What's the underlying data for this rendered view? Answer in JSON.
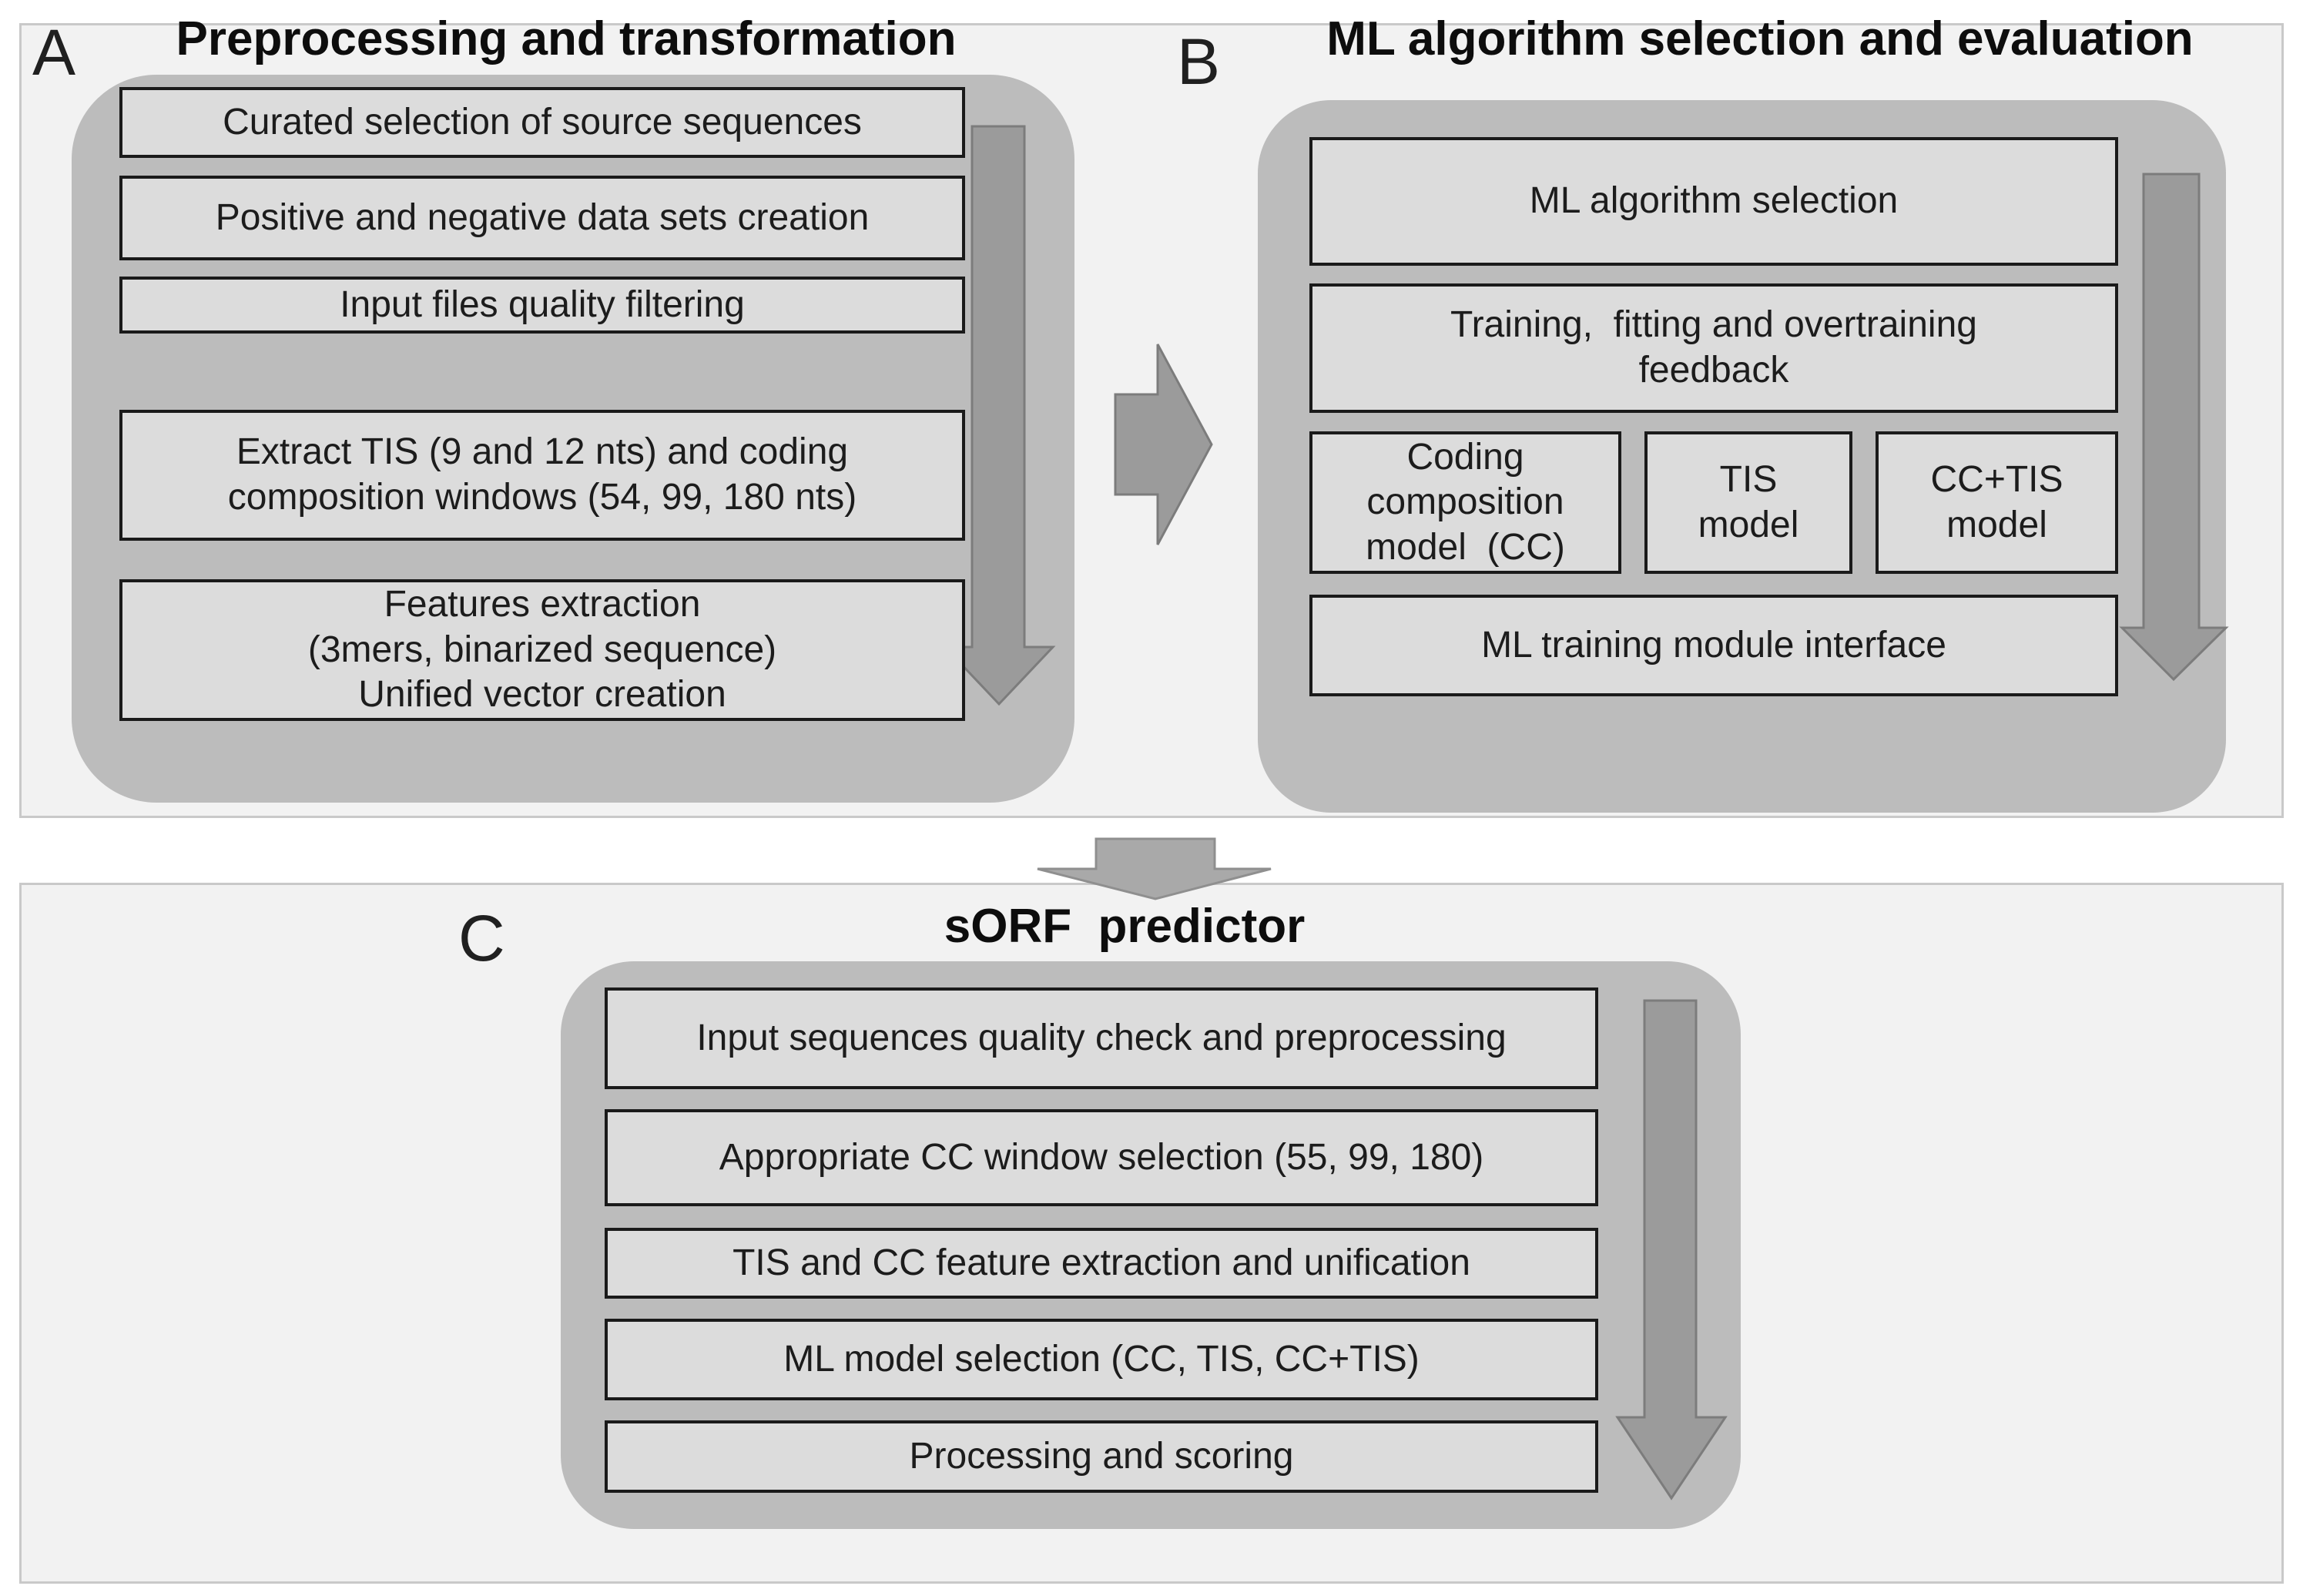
{
  "figure": {
    "panel_a": {
      "label": "A",
      "title": "Preprocessing and transformation",
      "steps": [
        "Curated selection of source sequences",
        "Positive and negative data sets creation",
        "Input files quality filtering",
        "Extract TIS (9 and 12 nts) and coding\ncomposition windows (54, 99, 180 nts)",
        "Features extraction\n(3mers, binarized sequence)\nUnified vector creation"
      ]
    },
    "panel_b": {
      "label": "B",
      "title": "ML algorithm selection and evaluation",
      "step_algorithm": "ML algorithm selection",
      "step_training": "Training,  fitting and overtraining\nfeedback",
      "models": [
        "Coding\ncomposition\nmodel  (CC)",
        "TIS\nmodel",
        "CC+TIS\nmodel"
      ],
      "step_interface": "ML training module interface"
    },
    "panel_c": {
      "label": "C",
      "title": "sORF  predictor",
      "steps": [
        "Input sequences quality check and preprocessing",
        "Appropriate CC window selection (55, 99, 180)",
        "TIS and CC feature extraction and unification",
        "ML model selection (CC, TIS, CC+TIS)",
        "Processing and scoring"
      ]
    },
    "colors": {
      "section_bg": "#f2f2f2",
      "container_bg": "#bcbcbc",
      "box_bg": "#dcdcdc",
      "box_border": "#1a1a1a",
      "arrow_fill": "#9b9b9b",
      "arrow_outline": "#7c7c7c"
    }
  }
}
